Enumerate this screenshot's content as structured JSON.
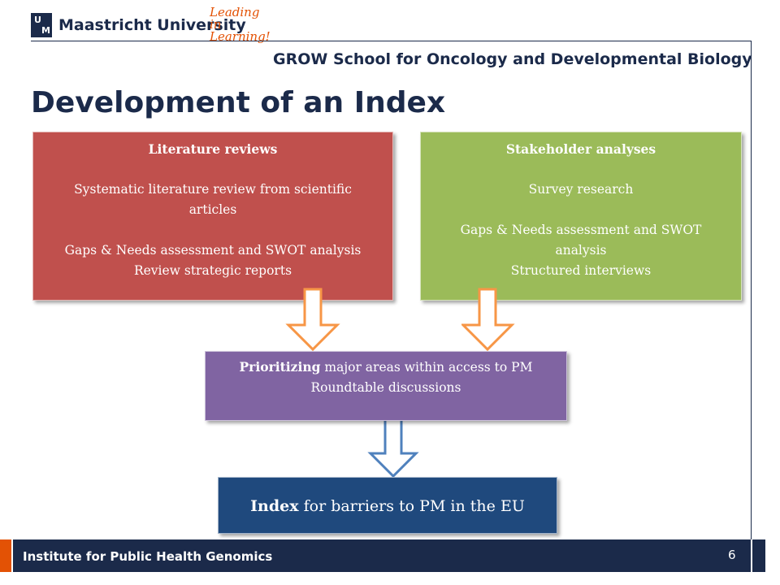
{
  "header": {
    "university": "Maastricht University",
    "tagline_line1": "Leading",
    "tagline_line2": "in Learning!",
    "school": "GROW School for Oncology and Developmental Biology",
    "logo_letters": [
      "U",
      "M"
    ]
  },
  "title": "Development of an Index",
  "boxes": {
    "literature": {
      "heading": "Literature reviews",
      "line1": "Systematic literature review from scientific",
      "line2": "articles",
      "line3": "Gaps & Needs assessment and SWOT analysis",
      "line4": "Review strategic reports",
      "color": "#c0504d"
    },
    "stakeholder": {
      "heading": "Stakeholder analyses",
      "line1": "Survey research",
      "line2": "Gaps & Needs assessment and SWOT",
      "line3": "analysis",
      "line4": "Structured interviews",
      "color": "#9bbb59"
    },
    "prioritizing": {
      "bold": "Prioritizing",
      "rest": " major areas within access to PM",
      "line2": "Roundtable discussions",
      "color": "#8064a2"
    },
    "index": {
      "bold": "Index",
      "rest": " for barriers to PM in the EU",
      "color": "#1f497d"
    }
  },
  "arrows": {
    "orange_color": "#f79646",
    "blue_color": "#4f81bd"
  },
  "footer": {
    "institute": "Institute for Public Health Genomics",
    "page_number": "6"
  }
}
